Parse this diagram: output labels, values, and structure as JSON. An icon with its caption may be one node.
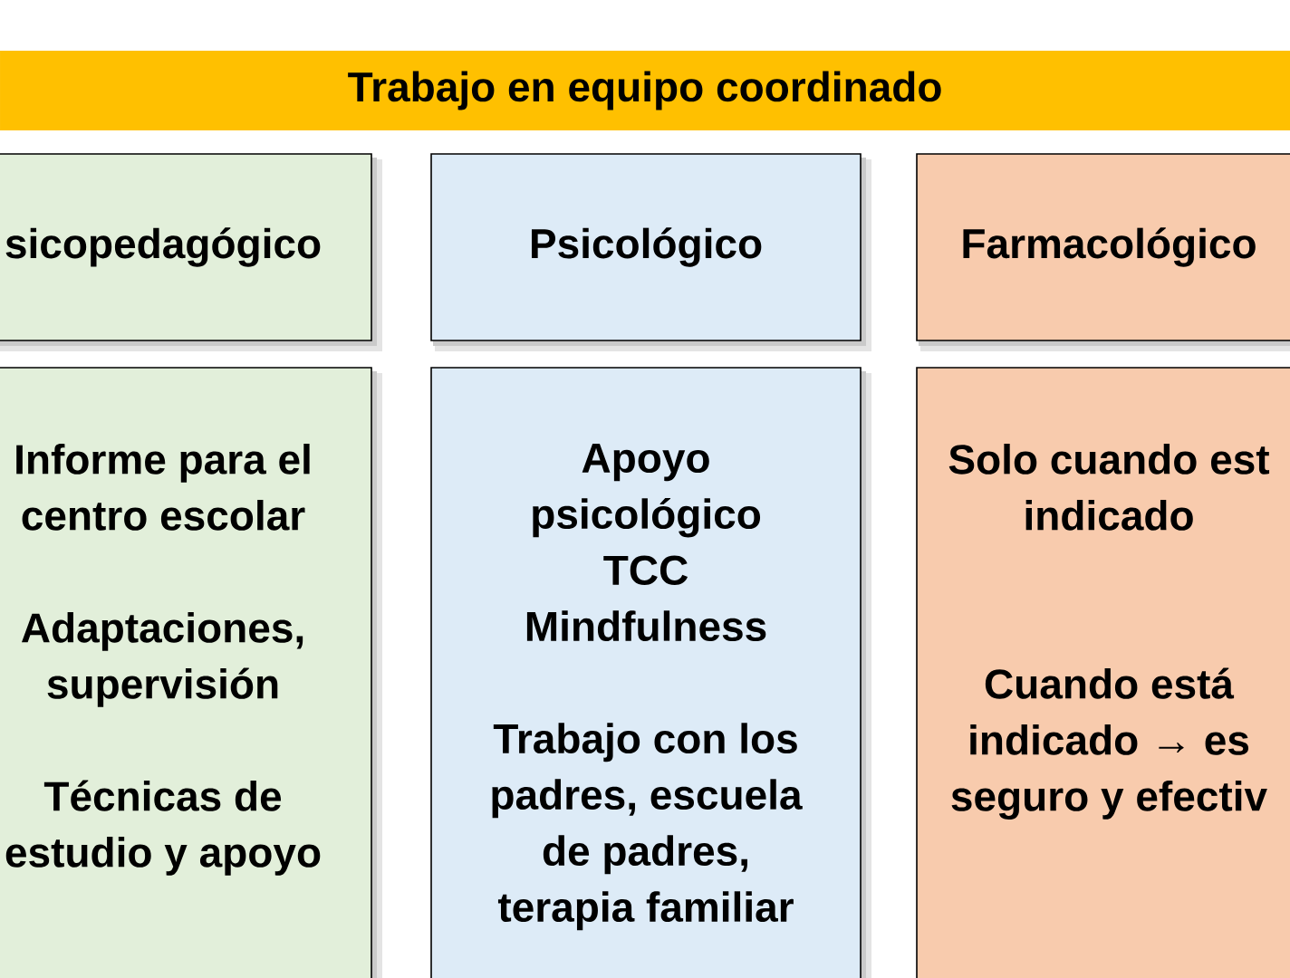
{
  "diagram": {
    "nodes": [
      {
        "text": [
          "Trabajo en equipo coordinado"
        ]
      },
      {
        "text": [
          "sicopedagógico"
        ]
      },
      {
        "text": [
          "Psicológico"
        ]
      },
      {
        "text": [
          "Farmacológico"
        ]
      },
      {
        "text": [
          "Informe para el centro escolar",
          "Adaptaciones, supervisión",
          "Técnicas de estudio y apoyo"
        ]
      },
      {
        "text": [
          "Apoyo psicológico",
          "TCC",
          "Mindfulness",
          "Trabajo con los padres, escuela de padres, terapia familiar"
        ]
      },
      {
        "text": [
          "Solo cuando est indicado",
          "Cuando está indicado → es seguro y efectiv"
        ]
      }
    ]
  }
}
